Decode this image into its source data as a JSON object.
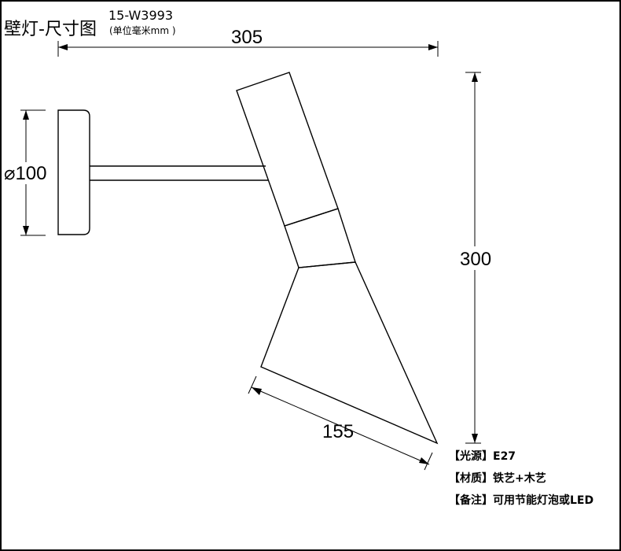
{
  "header": {
    "title": "壁灯-尺寸图",
    "model": "15-W3993",
    "unit_note": "(单位毫米mm )"
  },
  "dimensions": {
    "width": "305",
    "diameter": "⌀100",
    "height": "300",
    "shade": "155"
  },
  "notes": [
    {
      "label": "【光源】",
      "value": "E27"
    },
    {
      "label": "【材质】",
      "value": "铁艺+木艺"
    },
    {
      "label": "【备注】",
      "value": "可用节能灯泡或LED"
    }
  ]
}
